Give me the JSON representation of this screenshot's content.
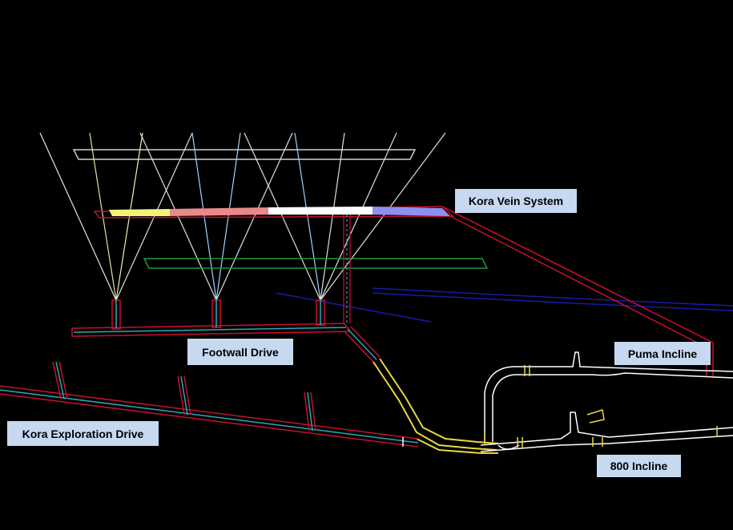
{
  "labels": {
    "kora_vein_system": "Kora Vein System",
    "footwall_drive": "Footwall Drive",
    "puma_incline": "Puma Incline",
    "kora_exploration_drive": "Kora Exploration Drive",
    "incline_800": "800 Incline"
  },
  "colors": {
    "background": "#000000",
    "label_fill": "#c6d9f1",
    "drive_outline": "#c8102e",
    "drive_center": "#2aa8b8",
    "incline_outline": "#ffffff",
    "yellow_ramp": "#e8d840",
    "green_level": "#1f9a3a",
    "blue_structure": "#1a1aa8",
    "drillhole": "#e0e0e0"
  }
}
